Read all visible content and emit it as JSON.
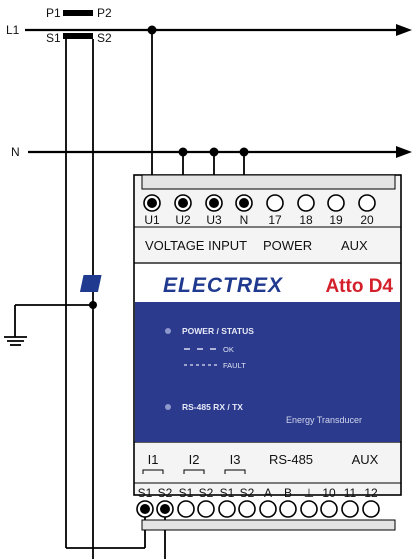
{
  "lines": {
    "l1": "L1",
    "n": "N"
  },
  "ct": {
    "p1": "P1",
    "p2": "P2",
    "s1": "S1",
    "s2": "S2"
  },
  "top_terminals": [
    "U1",
    "U2",
    "U3",
    "N",
    "17",
    "18",
    "19",
    "20"
  ],
  "top_group_labels": {
    "voltage_input": "VOLTAGE INPUT",
    "power": "POWER",
    "aux": "AUX"
  },
  "brand": {
    "name": "ELECTREX",
    "model": "Atto D4"
  },
  "panel": {
    "power_status": "POWER / STATUS",
    "ok": "OK",
    "fault": "FAULT",
    "rs485": "RS-485 RX / TX",
    "subtitle": "Energy Transducer"
  },
  "bottom_group_labels": [
    "I1",
    "I2",
    "I3",
    "RS-485",
    "AUX"
  ],
  "bottom_terminals": [
    "S1",
    "S2",
    "S1",
    "S2",
    "S1",
    "S2",
    "A",
    "B",
    "⊥",
    "10",
    "11",
    "12"
  ],
  "colors": {
    "line": "#000000",
    "panel": "#2b3a8c",
    "brand_blue": "#1f3a8f",
    "model_red": "#d3202a",
    "housing": "#f4f4f4"
  }
}
